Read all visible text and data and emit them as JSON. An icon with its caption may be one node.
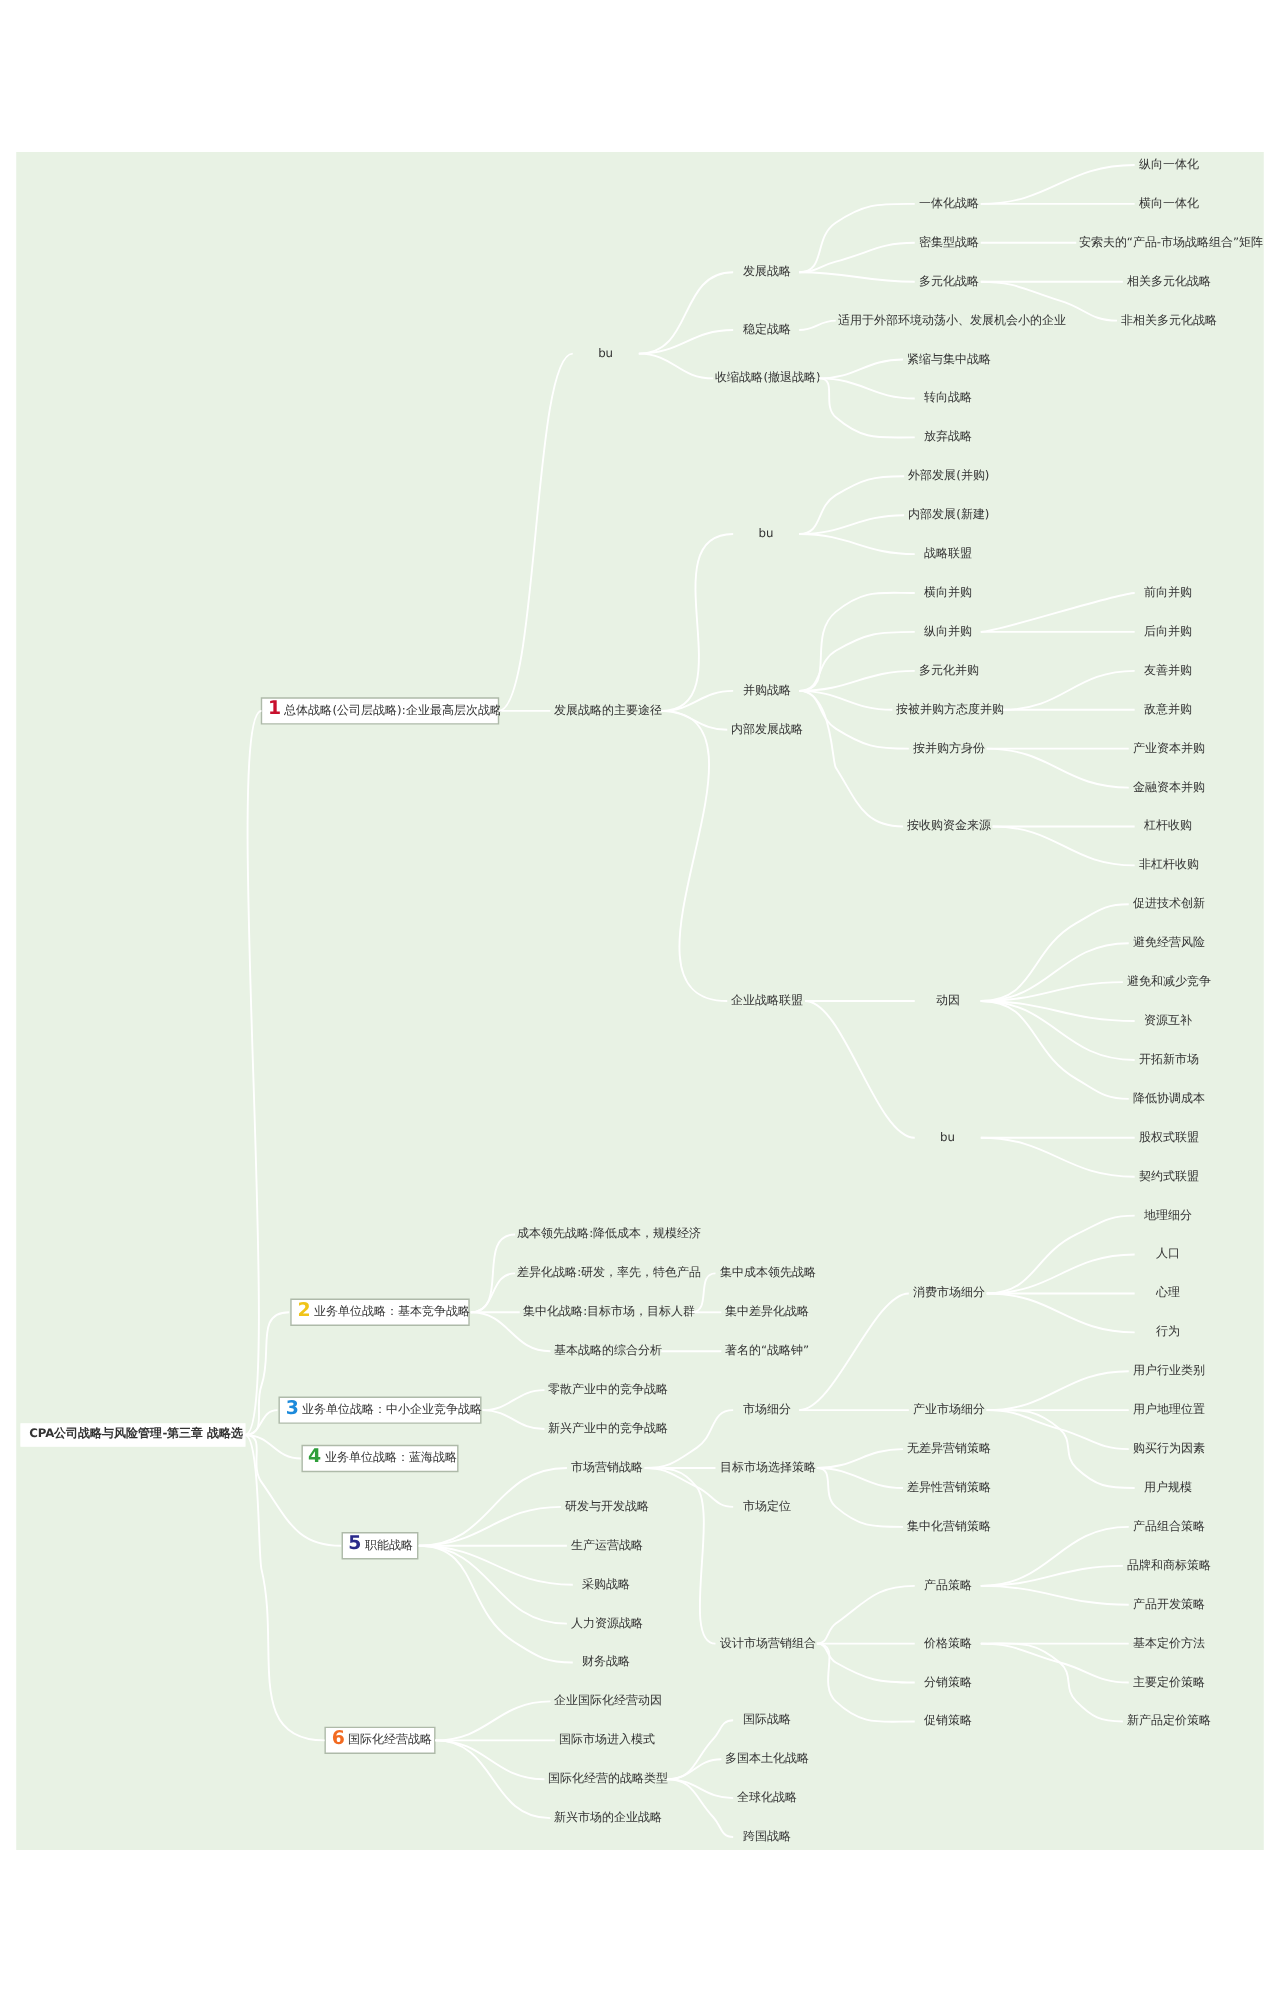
{
  "diagram": {
    "nodes": [
      {
        "text": [
          "CPA公司战略与风险管理-第三章 战略选"
        ]
      },
      {
        "text": [
          "1",
          "总体战略(公司层战略):企业最高层次战略"
        ]
      },
      {
        "text": [
          "bu"
        ]
      },
      {
        "text": [
          "发展战略"
        ]
      },
      {
        "text": [
          "一体化战略"
        ]
      },
      {
        "text": [
          "纵向一体化"
        ]
      },
      {
        "text": [
          "横向一体化"
        ]
      },
      {
        "text": [
          "密集型战略"
        ]
      },
      {
        "text": [
          "安索夫的“产品-市场战略组合”矩阵"
        ]
      },
      {
        "text": [
          "多元化战略"
        ]
      },
      {
        "text": [
          "相关多元化战略"
        ]
      },
      {
        "text": [
          "非相关多元化战略"
        ]
      },
      {
        "text": [
          "稳定战略"
        ]
      },
      {
        "text": [
          "适用于外部环境动荡小、发展机会小的企业"
        ]
      },
      {
        "text": [
          "收缩战略(撤退战略)"
        ]
      },
      {
        "text": [
          "紧缩与集中战略"
        ]
      },
      {
        "text": [
          "转向战略"
        ]
      },
      {
        "text": [
          "放弃战略"
        ]
      },
      {
        "text": [
          "发展战略的主要途径"
        ]
      },
      {
        "text": [
          "bu"
        ]
      },
      {
        "text": [
          "外部发展(并购)"
        ]
      },
      {
        "text": [
          "内部发展(新建)"
        ]
      },
      {
        "text": [
          "战略联盟"
        ]
      },
      {
        "text": [
          "并购战略"
        ]
      },
      {
        "text": [
          "横向并购"
        ]
      },
      {
        "text": [
          "纵向并购"
        ]
      },
      {
        "text": [
          "前向并购"
        ]
      },
      {
        "text": [
          "后向并购"
        ]
      },
      {
        "text": [
          "多元化并购"
        ]
      },
      {
        "text": [
          "按被并购方态度并购"
        ]
      },
      {
        "text": [
          "友善并购"
        ]
      },
      {
        "text": [
          "敌意并购"
        ]
      },
      {
        "text": [
          "按并购方身份"
        ]
      },
      {
        "text": [
          "产业资本并购"
        ]
      },
      {
        "text": [
          "金融资本并购"
        ]
      },
      {
        "text": [
          "按收购资金来源"
        ]
      },
      {
        "text": [
          "杠杆收购"
        ]
      },
      {
        "text": [
          "非杠杆收购"
        ]
      },
      {
        "text": [
          "内部发展战略"
        ]
      },
      {
        "text": [
          "企业战略联盟"
        ]
      },
      {
        "text": [
          "动因"
        ]
      },
      {
        "text": [
          "促进技术创新"
        ]
      },
      {
        "text": [
          "避免经营风险"
        ]
      },
      {
        "text": [
          "避免和减少竞争"
        ]
      },
      {
        "text": [
          "资源互补"
        ]
      },
      {
        "text": [
          "开拓新市场"
        ]
      },
      {
        "text": [
          "降低协调成本"
        ]
      },
      {
        "text": [
          "bu"
        ]
      },
      {
        "text": [
          "股权式联盟"
        ]
      },
      {
        "text": [
          "契约式联盟"
        ]
      },
      {
        "text": [
          "2",
          "业务单位战略：基本竞争战略"
        ]
      },
      {
        "text": [
          "成本领先战略:降低成本，规模经济"
        ]
      },
      {
        "text": [
          "差异化战略:研发，率先，特色产品"
        ]
      },
      {
        "text": [
          "集中化战略:目标市场，目标人群"
        ]
      },
      {
        "text": [
          "集中成本领先战略"
        ]
      },
      {
        "text": [
          "集中差异化战略"
        ]
      },
      {
        "text": [
          "基本战略的综合分析"
        ]
      },
      {
        "text": [
          "著名的“战略钟”"
        ]
      },
      {
        "text": [
          "3",
          "业务单位战略：中小企业竞争战略"
        ]
      },
      {
        "text": [
          "零散产业中的竞争战略"
        ]
      },
      {
        "text": [
          "新兴产业中的竞争战略"
        ]
      },
      {
        "text": [
          "4",
          "业务单位战略：蓝海战略"
        ]
      },
      {
        "text": [
          "5",
          "职能战略"
        ]
      },
      {
        "text": [
          "市场营销战略"
        ]
      },
      {
        "text": [
          "市场细分"
        ]
      },
      {
        "text": [
          "消费市场细分"
        ]
      },
      {
        "text": [
          "地理细分"
        ]
      },
      {
        "text": [
          "人口"
        ]
      },
      {
        "text": [
          "心理"
        ]
      },
      {
        "text": [
          "行为"
        ]
      },
      {
        "text": [
          "产业市场细分"
        ]
      },
      {
        "text": [
          "用户行业类别"
        ]
      },
      {
        "text": [
          "用户地理位置"
        ]
      },
      {
        "text": [
          "购买行为因素"
        ]
      },
      {
        "text": [
          "用户规模"
        ]
      },
      {
        "text": [
          "目标市场选择策略"
        ]
      },
      {
        "text": [
          "无差异营销策略"
        ]
      },
      {
        "text": [
          "差异性营销策略"
        ]
      },
      {
        "text": [
          "集中化营销策略"
        ]
      },
      {
        "text": [
          "市场定位"
        ]
      },
      {
        "text": [
          "设计市场营销组合"
        ]
      },
      {
        "text": [
          "产品策略"
        ]
      },
      {
        "text": [
          "产品组合策略"
        ]
      },
      {
        "text": [
          "品牌和商标策略"
        ]
      },
      {
        "text": [
          "产品开发策略"
        ]
      },
      {
        "text": [
          "价格策略"
        ]
      },
      {
        "text": [
          "基本定价方法"
        ]
      },
      {
        "text": [
          "主要定价策略"
        ]
      },
      {
        "text": [
          "新产品定价策略"
        ]
      },
      {
        "text": [
          "分销策略"
        ]
      },
      {
        "text": [
          "促销策略"
        ]
      },
      {
        "text": [
          "研发与开发战略"
        ]
      },
      {
        "text": [
          "生产运营战略"
        ]
      },
      {
        "text": [
          "采购战略"
        ]
      },
      {
        "text": [
          "人力资源战略"
        ]
      },
      {
        "text": [
          "财务战略"
        ]
      },
      {
        "text": [
          "6",
          "国际化经营战略"
        ]
      },
      {
        "text": [
          "企业国际化经营动因"
        ]
      },
      {
        "text": [
          "国际市场进入模式"
        ]
      },
      {
        "text": [
          "国际化经营的战略类型"
        ]
      },
      {
        "text": [
          "国际战略"
        ]
      },
      {
        "text": [
          "多国本土化战略"
        ]
      },
      {
        "text": [
          "全球化战略"
        ]
      },
      {
        "text": [
          "跨国战略"
        ]
      },
      {
        "text": [
          "新兴市场的企业战略"
        ]
      }
    ],
    "edges": [
      {
        "from": 0,
        "to": 1,
        "arrow": "none"
      },
      {
        "from": 1,
        "to": 2,
        "arrow": "none"
      },
      {
        "from": 2,
        "to": 3,
        "arrow": "none"
      },
      {
        "from": 3,
        "to": 4,
        "arrow": "none"
      },
      {
        "from": 4,
        "to": 5,
        "arrow": "none"
      },
      {
        "from": 4,
        "to": 6,
        "arrow": "none"
      },
      {
        "from": 3,
        "to": 7,
        "arrow": "none"
      },
      {
        "from": 7,
        "to": 8,
        "arrow": "none"
      },
      {
        "from": 3,
        "to": 9,
        "arrow": "none"
      },
      {
        "from": 9,
        "to": 10,
        "arrow": "none"
      },
      {
        "from": 9,
        "to": 11,
        "arrow": "none"
      },
      {
        "from": 2,
        "to": 12,
        "arrow": "none"
      },
      {
        "from": 12,
        "to": 13,
        "arrow": "none"
      },
      {
        "from": 2,
        "to": 14,
        "arrow": "none"
      },
      {
        "from": 14,
        "to": 15,
        "arrow": "none"
      },
      {
        "from": 14,
        "to": 16,
        "arrow": "none"
      },
      {
        "from": 14,
        "to": 17,
        "arrow": "none"
      },
      {
        "from": 1,
        "to": 18,
        "arrow": "none"
      },
      {
        "from": 18,
        "to": 19,
        "arrow": "none"
      },
      {
        "from": 19,
        "to": 20,
        "arrow": "none"
      },
      {
        "from": 19,
        "to": 21,
        "arrow": "none"
      },
      {
        "from": 19,
        "to": 22,
        "arrow": "none"
      },
      {
        "from": 18,
        "to": 23,
        "arrow": "none"
      },
      {
        "from": 23,
        "to": 24,
        "arrow": "none"
      },
      {
        "from": 23,
        "to": 25,
        "arrow": "none"
      },
      {
        "from": 25,
        "to": 26,
        "arrow": "none"
      },
      {
        "from": 25,
        "to": 27,
        "arrow": "none"
      },
      {
        "from": 23,
        "to": 28,
        "arrow": "none"
      },
      {
        "from": 23,
        "to": 29,
        "arrow": "none"
      },
      {
        "from": 29,
        "to": 30,
        "arrow": "none"
      },
      {
        "from": 29,
        "to": 31,
        "arrow": "none"
      },
      {
        "from": 23,
        "to": 32,
        "arrow": "none"
      },
      {
        "from": 32,
        "to": 33,
        "arrow": "none"
      },
      {
        "from": 32,
        "to": 34,
        "arrow": "none"
      },
      {
        "from": 23,
        "to": 35,
        "arrow": "none"
      },
      {
        "from": 35,
        "to": 36,
        "arrow": "none"
      },
      {
        "from": 35,
        "to": 37,
        "arrow": "none"
      },
      {
        "from": 18,
        "to": 38,
        "arrow": "none"
      },
      {
        "from": 18,
        "to": 39,
        "arrow": "none"
      },
      {
        "from": 39,
        "to": 40,
        "arrow": "none"
      },
      {
        "from": 40,
        "to": 41,
        "arrow": "none"
      },
      {
        "from": 40,
        "to": 42,
        "arrow": "none"
      },
      {
        "from": 40,
        "to": 43,
        "arrow": "none"
      },
      {
        "from": 40,
        "to": 44,
        "arrow": "none"
      },
      {
        "from": 40,
        "to": 45,
        "arrow": "none"
      },
      {
        "from": 40,
        "to": 46,
        "arrow": "none"
      },
      {
        "from": 39,
        "to": 47,
        "arrow": "none"
      },
      {
        "from": 47,
        "to": 48,
        "arrow": "none"
      },
      {
        "from": 47,
        "to": 49,
        "arrow": "none"
      },
      {
        "from": 0,
        "to": 50,
        "arrow": "none"
      },
      {
        "from": 50,
        "to": 51,
        "arrow": "none"
      },
      {
        "from": 50,
        "to": 52,
        "arrow": "none"
      },
      {
        "from": 50,
        "to": 53,
        "arrow": "none"
      },
      {
        "from": 53,
        "to": 54,
        "arrow": "none"
      },
      {
        "from": 53,
        "to": 55,
        "arrow": "none"
      },
      {
        "from": 50,
        "to": 56,
        "arrow": "none"
      },
      {
        "from": 56,
        "to": 57,
        "arrow": "none"
      },
      {
        "from": 0,
        "to": 58,
        "arrow": "none"
      },
      {
        "from": 58,
        "to": 59,
        "arrow": "none"
      },
      {
        "from": 58,
        "to": 60,
        "arrow": "none"
      },
      {
        "from": 0,
        "to": 61,
        "arrow": "none"
      },
      {
        "from": 0,
        "to": 62,
        "arrow": "none"
      },
      {
        "from": 62,
        "to": 63,
        "arrow": "none"
      },
      {
        "from": 63,
        "to": 64,
        "arrow": "none"
      },
      {
        "from": 64,
        "to": 65,
        "arrow": "none"
      },
      {
        "from": 65,
        "to": 66,
        "arrow": "none"
      },
      {
        "from": 65,
        "to": 67,
        "arrow": "none"
      },
      {
        "from": 65,
        "to": 68,
        "arrow": "none"
      },
      {
        "from": 65,
        "to": 69,
        "arrow": "none"
      },
      {
        "from": 64,
        "to": 70,
        "arrow": "none"
      },
      {
        "from": 70,
        "to": 71,
        "arrow": "none"
      },
      {
        "from": 70,
        "to": 72,
        "arrow": "none"
      },
      {
        "from": 70,
        "to": 73,
        "arrow": "none"
      },
      {
        "from": 70,
        "to": 74,
        "arrow": "none"
      },
      {
        "from": 63,
        "to": 75,
        "arrow": "none"
      },
      {
        "from": 75,
        "to": 76,
        "arrow": "none"
      },
      {
        "from": 75,
        "to": 77,
        "arrow": "none"
      },
      {
        "from": 75,
        "to": 78,
        "arrow": "none"
      },
      {
        "from": 63,
        "to": 79,
        "arrow": "none"
      },
      {
        "from": 63,
        "to": 80,
        "arrow": "none"
      },
      {
        "from": 80,
        "to": 81,
        "arrow": "none"
      },
      {
        "from": 81,
        "to": 82,
        "arrow": "none"
      },
      {
        "from": 81,
        "to": 83,
        "arrow": "none"
      },
      {
        "from": 81,
        "to": 84,
        "arrow": "none"
      },
      {
        "from": 80,
        "to": 85,
        "arrow": "none"
      },
      {
        "from": 85,
        "to": 86,
        "arrow": "none"
      },
      {
        "from": 85,
        "to": 87,
        "arrow": "none"
      },
      {
        "from": 85,
        "to": 88,
        "arrow": "none"
      },
      {
        "from": 80,
        "to": 89,
        "arrow": "none"
      },
      {
        "from": 80,
        "to": 90,
        "arrow": "none"
      },
      {
        "from": 62,
        "to": 91,
        "arrow": "none"
      },
      {
        "from": 62,
        "to": 92,
        "arrow": "none"
      },
      {
        "from": 62,
        "to": 93,
        "arrow": "none"
      },
      {
        "from": 62,
        "to": 94,
        "arrow": "none"
      },
      {
        "from": 62,
        "to": 95,
        "arrow": "none"
      },
      {
        "from": 0,
        "to": 96,
        "arrow": "none"
      },
      {
        "from": 96,
        "to": 97,
        "arrow": "none"
      },
      {
        "from": 96,
        "to": 98,
        "arrow": "none"
      },
      {
        "from": 96,
        "to": 99,
        "arrow": "none"
      },
      {
        "from": 99,
        "to": 100,
        "arrow": "none"
      },
      {
        "from": 99,
        "to": 101,
        "arrow": "none"
      },
      {
        "from": 99,
        "to": 102,
        "arrow": "none"
      },
      {
        "from": 99,
        "to": 103,
        "arrow": "none"
      },
      {
        "from": 96,
        "to": 104,
        "arrow": "none"
      }
    ]
  }
}
